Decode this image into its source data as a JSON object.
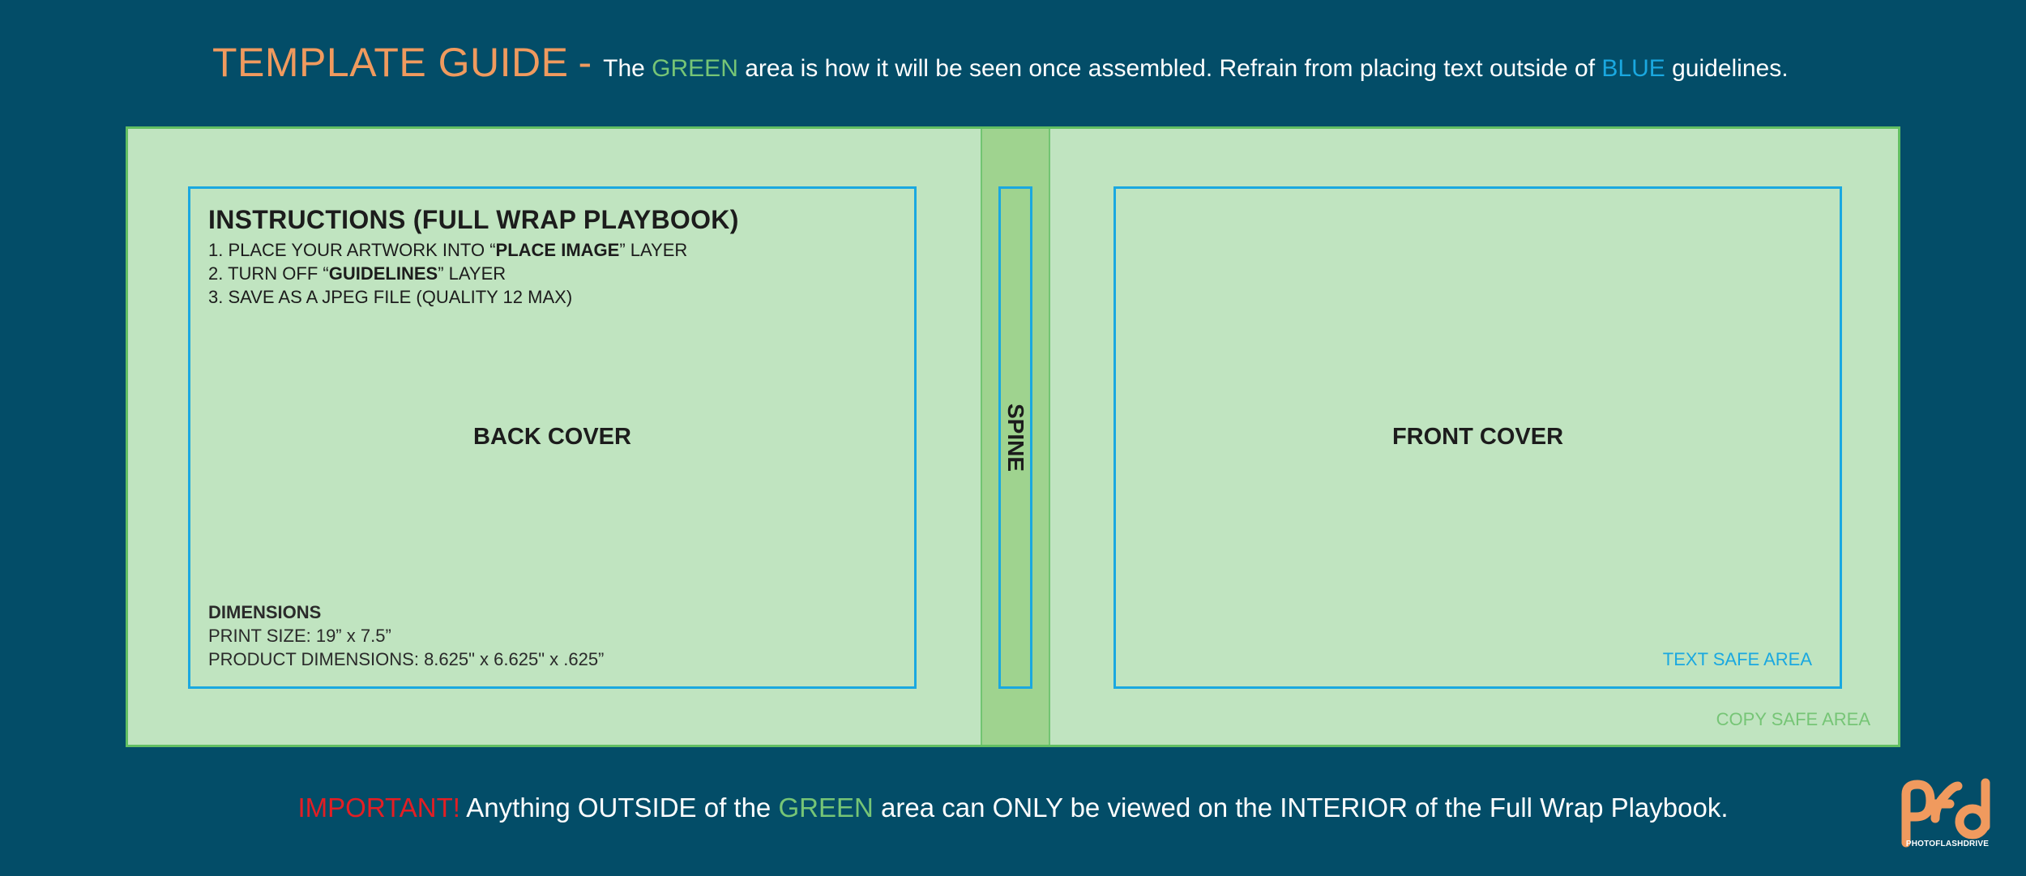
{
  "header": {
    "title": "TEMPLATE GUIDE",
    "dash": "-",
    "desc_part1": "The ",
    "desc_green": "GREEN",
    "desc_part2": " area is how it will be seen once assembled. Refrain from placing text outside of ",
    "desc_blue": "BLUE",
    "desc_part3": " guidelines."
  },
  "instructions": {
    "title": "INSTRUCTIONS (FULL WRAP PLAYBOOK)",
    "step1_pre": "1. PLACE YOUR ARTWORK INTO “",
    "step1_bold": "PLACE IMAGE",
    "step1_post": "” LAYER",
    "step2_pre": "2. TURN OFF “",
    "step2_bold": "GUIDELINES",
    "step2_post": "” LAYER",
    "step3": "3. SAVE AS A JPEG FILE (QUALITY 12 MAX)"
  },
  "back_cover": {
    "label": "BACK COVER"
  },
  "spine": {
    "label": "SPINE"
  },
  "front_cover": {
    "label": "FRONT COVER"
  },
  "dimensions": {
    "title": "DIMENSIONS",
    "print_size": "PRINT SIZE: 19” x 7.5”",
    "product": "PRODUCT DIMENSIONS: 8.625\" x 6.625\" x .625”"
  },
  "labels": {
    "text_safe": "TEXT SAFE AREA",
    "copy_safe": "COPY SAFE AREA"
  },
  "footer": {
    "important": "IMPORTANT!",
    "part1": " Anything OUTSIDE of the ",
    "green": "GREEN",
    "part2": " area can ONLY be viewed on the INTERIOR of the Full Wrap Playbook."
  },
  "logo": {
    "text": "PHOTOFLASHDRIVE",
    "icon": "pfd-logo-icon"
  },
  "colors": {
    "background": "#034d68",
    "accent_orange": "#f09a5e",
    "green": "#76c576",
    "blue": "#1aa8e0",
    "red": "#e31e24"
  }
}
